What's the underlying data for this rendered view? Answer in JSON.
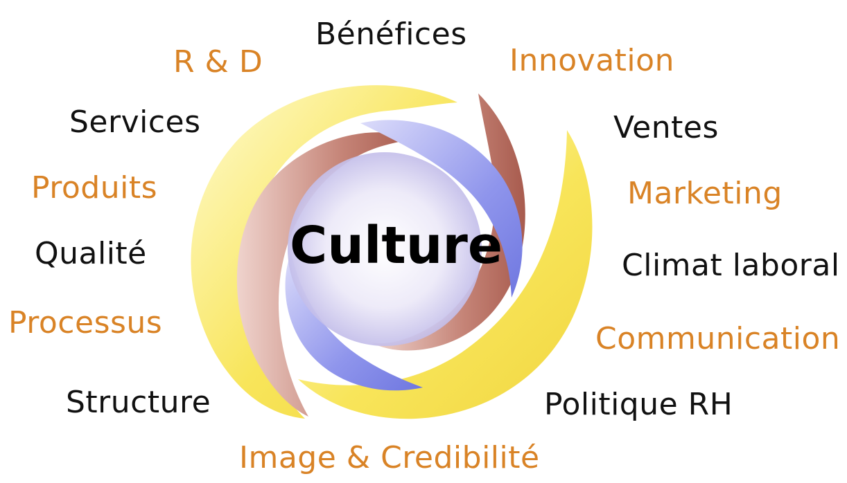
{
  "center": {
    "label": "Culture"
  },
  "labels": [
    {
      "text": "Bénéfices",
      "tone": "dark"
    },
    {
      "text": "R & D",
      "tone": "accent"
    },
    {
      "text": "Innovation",
      "tone": "accent"
    },
    {
      "text": "Services",
      "tone": "dark"
    },
    {
      "text": "Ventes",
      "tone": "dark"
    },
    {
      "text": "Produits",
      "tone": "accent"
    },
    {
      "text": "Marketing",
      "tone": "accent"
    },
    {
      "text": "Qualité",
      "tone": "dark"
    },
    {
      "text": "Climat laboral",
      "tone": "dark"
    },
    {
      "text": "Processus",
      "tone": "accent"
    },
    {
      "text": "Communication",
      "tone": "accent"
    },
    {
      "text": "Structure",
      "tone": "dark"
    },
    {
      "text": "Politique RH",
      "tone": "dark"
    },
    {
      "text": "Image & Credibilité",
      "tone": "accent"
    }
  ],
  "colors": {
    "dark": "#111111",
    "accent": "#d98326",
    "outer_swirl": "#f8e45c",
    "middle_swirl": "#b86a5c",
    "inner_swirl": "#7f86e6",
    "center_sphere": "#d9d8f2"
  }
}
